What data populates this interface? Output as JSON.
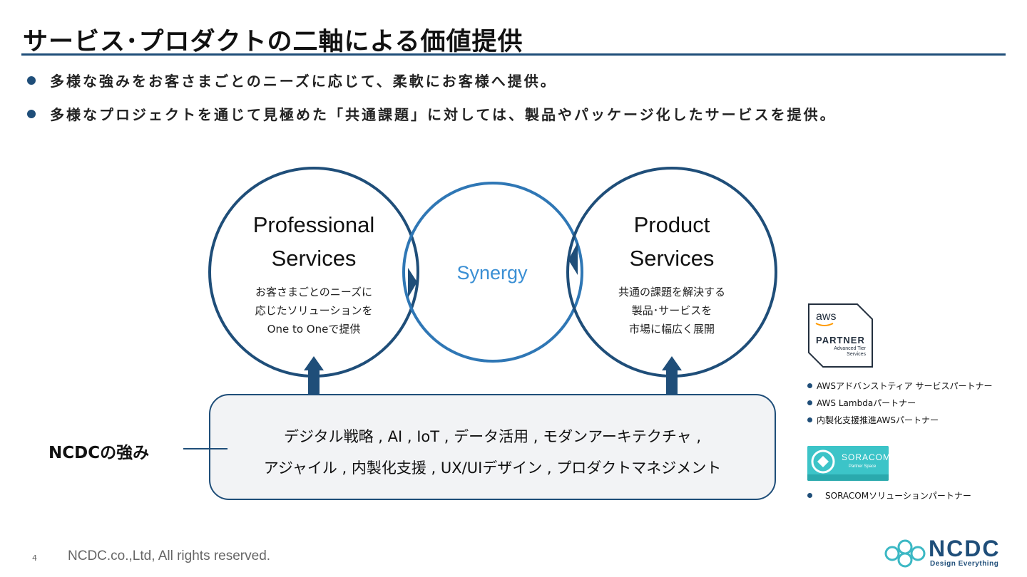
{
  "slide": {
    "title": "サービス･プロダクトの二軸による価値提供",
    "bullets": [
      "多様な強みをお客さまごとのニーズに応じて、柔軟にお客様へ提供。",
      "多様なプロジェクトを通じて見極めた「共通課題」に対しては、製品やパッケージ化したサービスを提供。"
    ]
  },
  "diagram": {
    "professional": {
      "title_line1": "Professional",
      "title_line2": "Services",
      "desc_line1": "お客さまごとのニーズに",
      "desc_line2": "応じたソリューションを",
      "desc_line3": "One to Oneで提供"
    },
    "synergy": "Synergy",
    "product": {
      "title_line1": "Product",
      "title_line2": "Services",
      "desc_line1": "共通の課題を解決する",
      "desc_line2": "製品･サービスを",
      "desc_line3": "市場に幅広く展開"
    },
    "strengths_label": "NCDCの強み",
    "strengths_line1": "デジタル戦略 , AI , IoT , データ活用 , モダンアーキテクチャ ,",
    "strengths_line2": "アジャイル , 内製化支援 , UX/UIデザイン , プロダクトマネジメント"
  },
  "partners": {
    "aws_badge_top": "aws",
    "aws_badge_partner": "PARTNER",
    "aws_badge_sub1": "Advanced Tier",
    "aws_badge_sub2": "Services",
    "items": [
      "AWSアドバンストティア サービスパートナー",
      "AWS Lambdaパートナー",
      "内製化支援推進AWSパートナー"
    ],
    "soracom_badge": "SORACOM",
    "soracom_badge_sub": "Partner Space",
    "soracom_item": "SORACOMソリューションパートナー"
  },
  "footer": {
    "page_number": "4",
    "copyright": "NCDC.co.,Ltd, All rights reserved.",
    "logo_text": "NCDC",
    "logo_tagline": "Design Everything"
  },
  "colors": {
    "navy": "#1f4e79",
    "mid_blue": "#2f77b5",
    "synergy_text": "#3a8fd4",
    "box_fill": "#f2f3f5",
    "soracom_teal": "#3cc4c8"
  }
}
